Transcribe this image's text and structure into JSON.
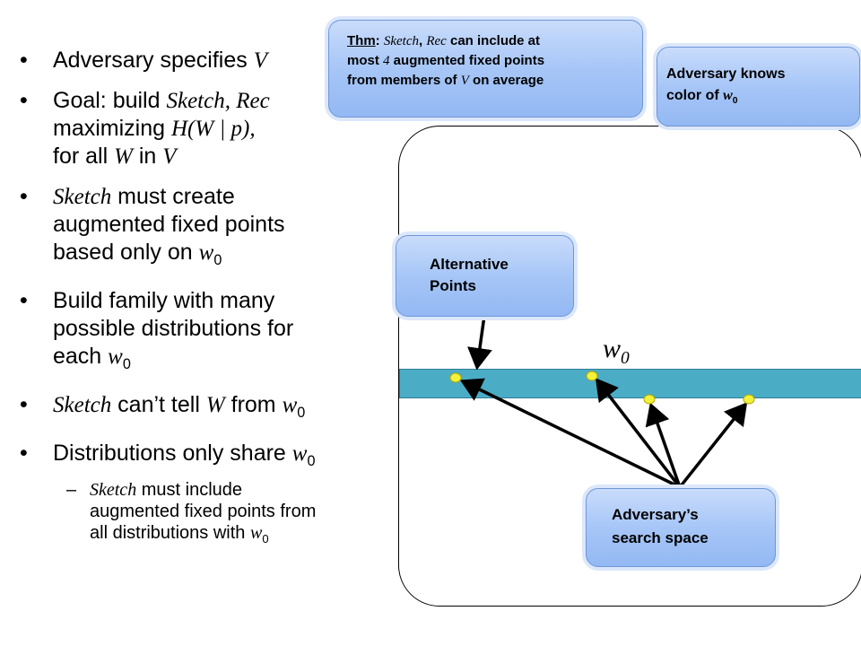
{
  "bullets": {
    "b1": {
      "text": "Adversary specifies ",
      "var": "V"
    },
    "b2": {
      "pre": "Goal: build ",
      "sketch": "Sketch",
      "comma": ", ",
      "rec": "Rec",
      "l2a": "maximizing ",
      "h": "H(W | p)",
      "l2b": ",",
      "l3a": "for all ",
      "w": "W",
      "l3b": " in ",
      "v": "V"
    },
    "b3": {
      "sketch": "Sketch",
      "l1": " must create",
      "l2": "augmented fixed points",
      "l3": "based only on ",
      "w": "w",
      "sub": "0"
    },
    "b4": {
      "l1": "Build family with many",
      "l2": "possible distributions for",
      "l3": "each ",
      "w": "w",
      "sub": "0"
    },
    "b5": {
      "sketch": "Sketch",
      "mid": " can’t tell ",
      "W": "W",
      "from": " from ",
      "w": "w",
      "sub": "0"
    },
    "b6": {
      "text": "Distributions only share ",
      "w": "w",
      "sub": "0"
    },
    "sub1": {
      "dash": "–",
      "sketch": "Sketch",
      "l1": " must include",
      "l2": "augmented fixed points from",
      "l3": "all distributions with ",
      "w": "w",
      "sub": "0"
    }
  },
  "thm_box": {
    "thm": "Thm",
    "colon": ": ",
    "sketch": "Sketch",
    "comma": ", ",
    "rec": "Rec",
    "l1": " can include at",
    "l2a": "most ",
    "four": "4",
    "l2b": " augmented fixed points",
    "l3a": "from members of ",
    "v": "V",
    "l3b": " on average"
  },
  "knows_box": {
    "l1": "Adversary knows",
    "l2": "color of ",
    "w": "w",
    "sub": "0"
  },
  "alt_box": {
    "l1": "Alternative",
    "l2": "Points"
  },
  "search_box": {
    "l1": "Adversary’s",
    "l2": "search space"
  },
  "w0_label": {
    "w": "w",
    "sub": "0"
  },
  "colors": {
    "bar": "#4bacc6",
    "points": "#f2f23a",
    "box_fill": "#a7c6f7"
  }
}
